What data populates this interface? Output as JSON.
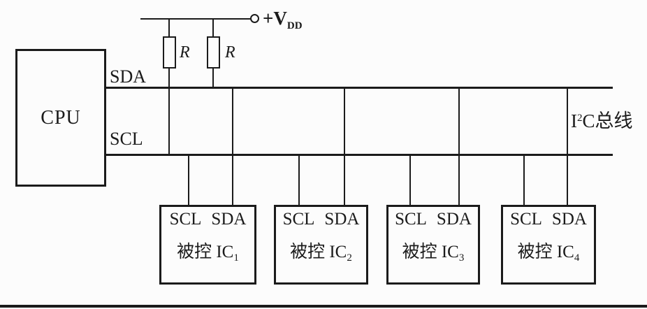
{
  "colors": {
    "line": "#1b1b1b",
    "background": "#fcfcfc",
    "text": "#1b1b1b"
  },
  "cpu": {
    "label": "CPU"
  },
  "power": {
    "label_main": "+V",
    "label_sub": "DD"
  },
  "resistors": [
    {
      "label": "R"
    },
    {
      "label": "R"
    }
  ],
  "bus": {
    "sda_label": "SDA",
    "scl_label": "SCL",
    "name_pre": "I",
    "name_sup": "2",
    "name_post": "C总线"
  },
  "ics": [
    {
      "pin_left": "SCL",
      "pin_right": "SDA",
      "name": "被控 IC",
      "index": "1"
    },
    {
      "pin_left": "SCL",
      "pin_right": "SDA",
      "name": "被控 IC",
      "index": "2"
    },
    {
      "pin_left": "SCL",
      "pin_right": "SDA",
      "name": "被控 IC",
      "index": "3"
    },
    {
      "pin_left": "SCL",
      "pin_right": "SDA",
      "name": "被控 IC",
      "index": "4"
    }
  ]
}
